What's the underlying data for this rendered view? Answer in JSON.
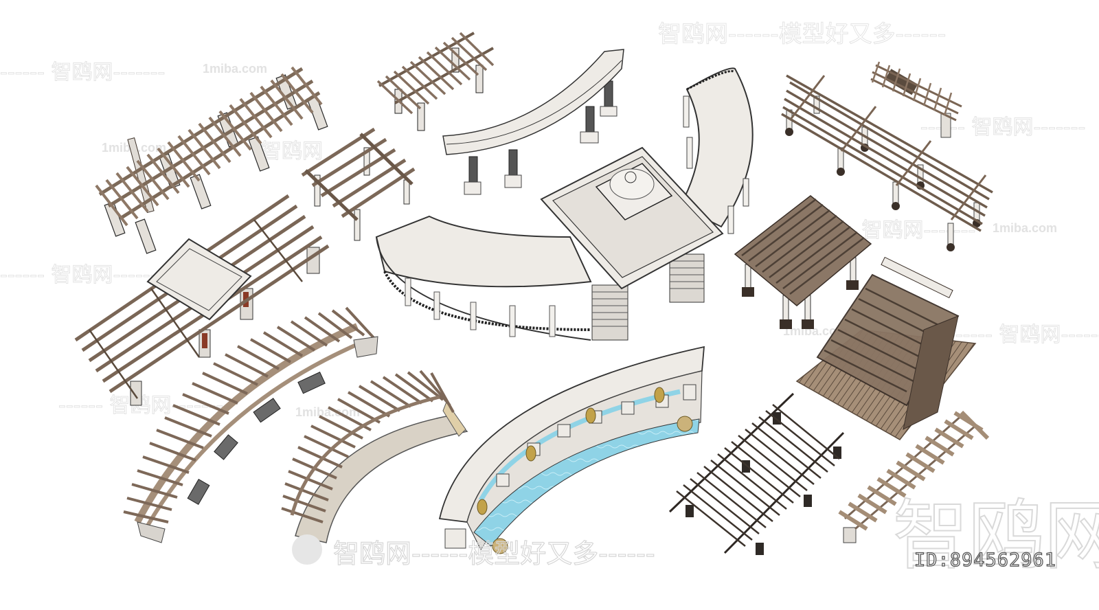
{
  "image": {
    "description": "Isometric 3D model render of assorted garden pergolas and colonnades on white background",
    "background": "#ffffff"
  },
  "palette": {
    "wood": "#8a7563",
    "wood_dark": "#4a3f37",
    "wood_light": "#a8927b",
    "stone": "#eeeae5",
    "stone_edge": "#555555",
    "water": "#8fd3e6",
    "gold": "#c2a24a",
    "deck": "#9a8570"
  },
  "watermarks": {
    "brand_cn": "智鸥网",
    "slogan_line": "智鸥网------模型好又多------",
    "site": "1miba.com",
    "dash_brand": "------ 智鸥网-------",
    "bottom_line": "智鸥网------模型好又多------",
    "big_brand": "智鸥网",
    "id_text": "ID:894562961"
  },
  "models": [
    {
      "name": "long-pergola-stone-pillars",
      "label": "Long pergola with stone pillars"
    },
    {
      "name": "small-pergola-top",
      "label": "Small pergola"
    },
    {
      "name": "curved-colonnade-top",
      "label": "Curved colonnade"
    },
    {
      "name": "small-pergola-white-columns",
      "label": "Small pergola with white columns"
    },
    {
      "name": "pavilion-curved-colonnade",
      "label": "Central pavilion with curved colonnades"
    },
    {
      "name": "pergola-with-square-roof",
      "label": "Pergola with square roof panel"
    },
    {
      "name": "long-pergola-right",
      "label": "Long pergola with round columns"
    },
    {
      "name": "small-pergola-top-right",
      "label": "Small pergola top right"
    },
    {
      "name": "square-pergola-right",
      "label": "Square pergola"
    },
    {
      "name": "deck-pavilion",
      "label": "Timber deck pavilion"
    },
    {
      "name": "curved-pergola-benches",
      "label": "Curved pergola with benches"
    },
    {
      "name": "curved-pergola-stone-wall",
      "label": "Curved pergola with stone wall"
    },
    {
      "name": "curved-colonnade-pool",
      "label": "Curved colonnade with pool and statues"
    },
    {
      "name": "dark-pergola",
      "label": "Dark timber pergola"
    },
    {
      "name": "light-pergola",
      "label": "Light timber pergola"
    }
  ]
}
